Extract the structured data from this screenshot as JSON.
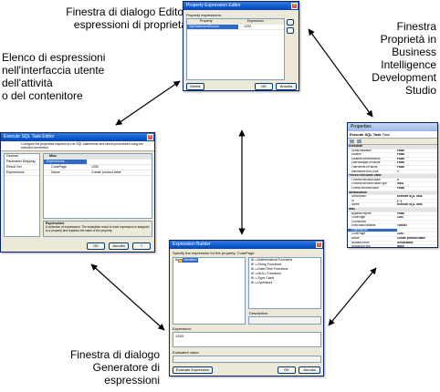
{
  "captions": {
    "editor": [
      "Finestra di dialogo Editor",
      "espressioni di proprietà"
    ],
    "list": [
      "Elenco di espressioni",
      "nell'interfaccia utente",
      "dell'attività",
      "o del contenitore"
    ],
    "props": [
      "Finestra",
      "Proprietà in",
      "Business",
      "Intelligence",
      "Development",
      "Studio"
    ],
    "builder": [
      "Finestra di dialogo",
      "Generatore di espressioni"
    ]
  },
  "editor_win": {
    "title": "Property Expression Editor",
    "section_label": "Property expressions:",
    "col_property": "Property",
    "col_expression": "Expression",
    "row_property": "SqlStatementSource",
    "row_expression": "1253",
    "delete_label": "Delete",
    "ok_label": "OK",
    "cancel_label": "Annulla"
  },
  "task_win": {
    "title": "Execute SQL Task Editor",
    "description": "Configure the properties required to run SQL statements and stored procedures using the selected connection.",
    "nav": [
      "General",
      "Parameter Mapping",
      "Result Set",
      "Expressions"
    ],
    "misc_label": "Misc",
    "grid_rows": [
      {
        "name": "Expressions",
        "value": ""
      },
      {
        "name": "CodePage",
        "value": "1252"
      },
      {
        "name": "Name",
        "value": "Create product table"
      }
    ],
    "help_title": "Espressioni",
    "help_text": "A collection of expressions. The evaluation result of each expression is assigned to a property and replaces the value of the property.",
    "ok_label": "OK",
    "cancel_label": "Annulla",
    "help_label": "?"
  },
  "props_win": {
    "title": "Properties",
    "object": "Execute SQL Task",
    "object_type": "Task",
    "rows": [
      {
        "k": "Execution",
        "v": "",
        "cat": true
      },
      {
        "k": "DelayValidation",
        "v": "False"
      },
      {
        "k": "Disable",
        "v": "False"
      },
      {
        "k": "DisableEventHandlers",
        "v": "False"
      },
      {
        "k": "FailPackageOnFailure",
        "v": "False"
      },
      {
        "k": "FailParentOnFailure",
        "v": "False"
      },
      {
        "k": "MaximumErrorCount",
        "v": "1"
      },
      {
        "k": "Forced Execution Value",
        "v": "",
        "cat": true
      },
      {
        "k": "ForcedExecutionValue",
        "v": "0"
      },
      {
        "k": "ForcedExecutionValueType",
        "v": "Int32"
      },
      {
        "k": "ForceExecutionValue",
        "v": "False"
      },
      {
        "k": "Identification",
        "v": "",
        "cat": true
      },
      {
        "k": "Description",
        "v": "Execute SQL Task"
      },
      {
        "k": "ID",
        "v": "{...}"
      },
      {
        "k": "Name",
        "v": "Execute SQL Task"
      },
      {
        "k": "Misc",
        "v": "",
        "cat": true
      },
      {
        "k": "BypassPrepare",
        "v": "False"
      },
      {
        "k": "CodePage",
        "v": "1252"
      },
      {
        "k": "Connection",
        "v": ""
      },
      {
        "k": "ExecValueVariable",
        "v": "<none>"
      },
      {
        "k": "Expressions",
        "v": "",
        "sel": true
      },
      {
        "k": "CodePage",
        "v": "1252"
      },
      {
        "k": "Name",
        "v": "Create product table"
      },
      {
        "k": "IsolationLevel",
        "v": "Serializable"
      },
      {
        "k": "ResultSetType",
        "v": "None"
      },
      {
        "k": "SqlSourceType",
        "v": "Direct input"
      },
      {
        "k": "SqlStatementSource",
        "v": ""
      },
      {
        "k": "TimeOut",
        "v": "0"
      },
      {
        "k": "Transactions",
        "v": "",
        "cat": true
      },
      {
        "k": "LocaleID",
        "v": "Danish (Denmark)"
      },
      {
        "k": "LoggingMode",
        "v": "UseParentSetting"
      },
      {
        "k": "TransactionOption",
        "v": "Supported"
      }
    ]
  },
  "builder_win": {
    "title": "Expression Builder",
    "specify": "Specify the expression for the property: CodePage",
    "variables_label": "Variables",
    "functions": [
      "Mathematical Functions",
      "String Functions",
      "Date/Time Functions",
      "NULL Functions",
      "Type Casts",
      "Operators"
    ],
    "description_label": "Description:",
    "expression_label": "Expression:",
    "expression_value": "1253",
    "evaluated_label": "Evaluated value:",
    "evaluate_button": "Evaluate Expression",
    "ok_label": "OK",
    "cancel_label": "Annulla"
  }
}
